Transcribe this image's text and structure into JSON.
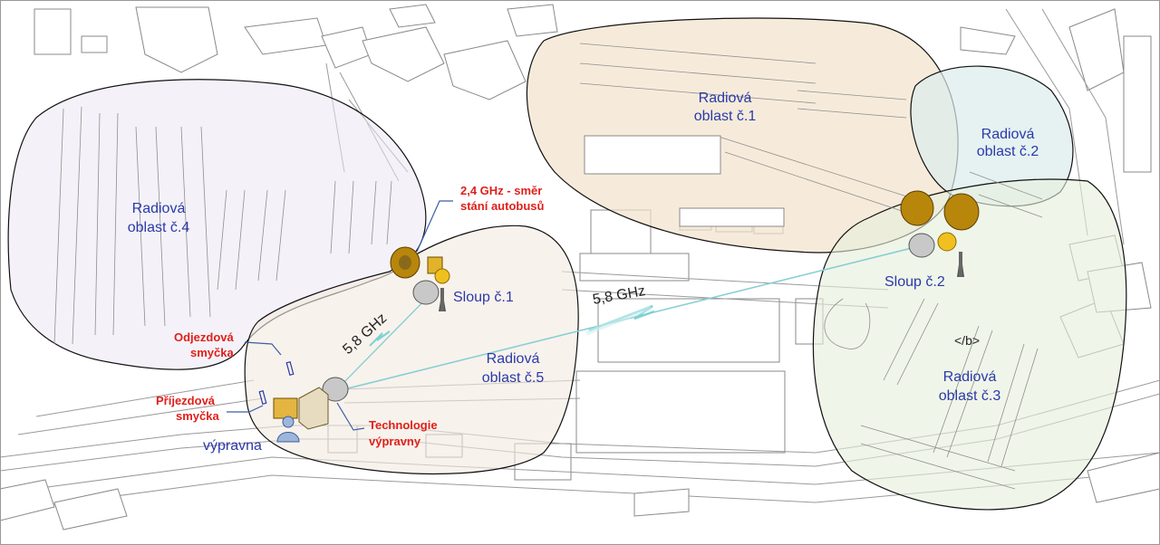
{
  "areas": [
    {
      "line1": "Radiová",
      "line2": "oblast č.1",
      "fill": "#f2e2cc"
    },
    {
      "line1": "Radiová",
      "line2": "oblast č.2",
      "fill": "#dbecec"
    },
    {
      "line1": "Radiová",
      "line2": "oblast č.3",
      "fill": "#e6eedb"
    },
    {
      "line1": "Radiová",
      "line2": "oblast č.4",
      "fill": "#ebe8f2"
    },
    {
      "line1": "Radiová",
      "line2": "oblast č.5",
      "fill": "#f4e9e0"
    }
  ],
  "poles": {
    "sloup1": "Sloup č.1",
    "sloup2": "Sloup č.2"
  },
  "links": {
    "link_long": "5,8 GHz",
    "link_short": "5,8 GHz"
  },
  "callouts": {
    "direction_line1": "2,4 GHz - směr",
    "direction_line2": "stání autobusů",
    "departure_line1": "Odjezdová",
    "departure_line2": "smyčka",
    "arrival_line1": "Příjezdová",
    "arrival_line2": "smyčka",
    "tech_line1": "Technologie",
    "tech_line2": "výpravny",
    "dispatch": "výpravna",
    "stray_tag": "</b>"
  },
  "colors": {
    "label_blue": "#2a3aa8",
    "label_red": "#e0201a",
    "dish_gold": "#b8860b",
    "link_cyan": "#7fd1d4",
    "leader_blue": "#3a5fa8"
  }
}
